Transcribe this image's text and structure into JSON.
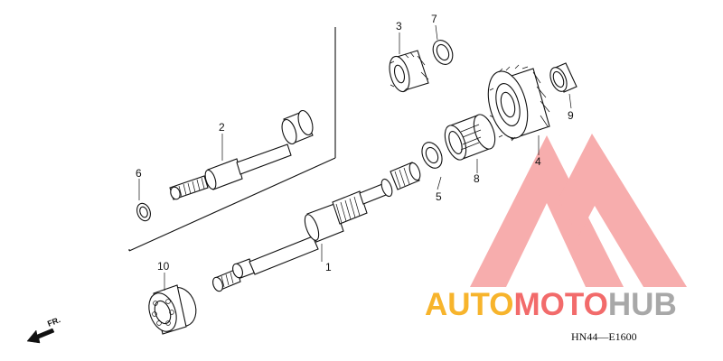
{
  "parts": [
    {
      "id": "part-1",
      "label": "1"
    },
    {
      "id": "part-2",
      "label": "2"
    },
    {
      "id": "part-3",
      "label": "3"
    },
    {
      "id": "part-4",
      "label": "4"
    },
    {
      "id": "part-5",
      "label": "5"
    },
    {
      "id": "part-6",
      "label": "6"
    },
    {
      "id": "part-7",
      "label": "7"
    },
    {
      "id": "part-8",
      "label": "8"
    },
    {
      "id": "part-9",
      "label": "9"
    },
    {
      "id": "part-10",
      "label": "10"
    }
  ],
  "direction_label": "FR.",
  "diagram_code": "HN44—E1600",
  "watermark": {
    "part_a": "AUTO",
    "part_b": "MOTO",
    "part_c": "HUB",
    "color_a": "#F7B42C",
    "color_b": "#F26B6B",
    "color_c": "#A8A8A8",
    "logo_color": "#F26B6B"
  }
}
